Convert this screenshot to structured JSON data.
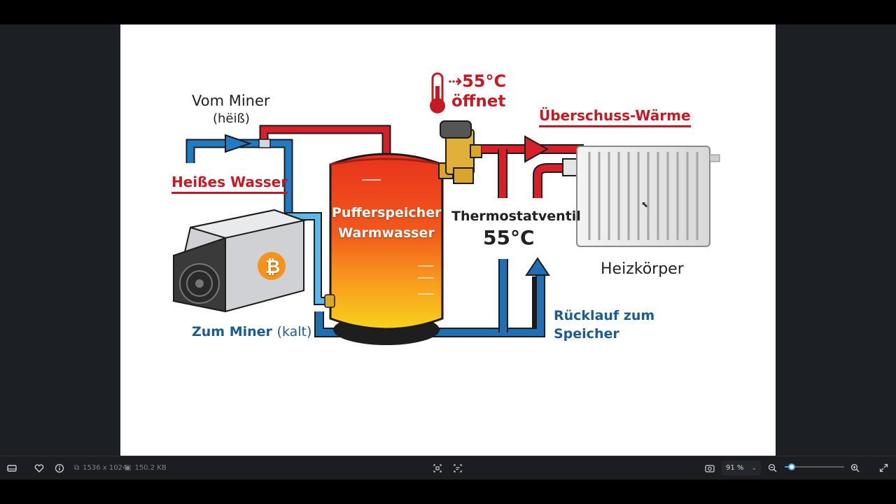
{
  "image": {
    "labels": {
      "vom_miner": "Vom Miner",
      "heiss_paren": "(hëiß)",
      "heisses_wasser": "Heißes Wasser",
      "zum_miner_bold": "Zum Miner",
      "zum_miner_kalt": "(kalt)",
      "puffer_line1": "Pufferspeicher",
      "puffer_line2": "Warmwasser",
      "thermostat": "Thermostatventil",
      "thermostat_temp": "55°C",
      "arrow_temp": "⇢55°C",
      "oeffnet": "öffnet",
      "ueberschuss": "Überschuss-Wärme",
      "heizkoerper": "Heizkörper",
      "ruecklauf_line1": "Rücklauf zum",
      "ruecklauf_line2": "Speicher",
      "bitcoin_symbol": "₿"
    },
    "colors": {
      "hot_pipe": "#d7202a",
      "cold_pipe": "#1f6fb2",
      "light_pipe": "#5db8ea",
      "tank_top": "#e8331c",
      "tank_bottom": "#f7d21c",
      "brass": "#d9a62b",
      "bitcoin_orange": "#f7931a"
    }
  },
  "toolbar": {
    "dimensions": "1536 x 1024",
    "filesize": "150.2 KB",
    "zoom_label": "91 %",
    "zoom_level": 0.12,
    "icons": [
      "filmstrip-icon",
      "heart-icon",
      "info-icon",
      "dimensions-icon",
      "filesize-icon",
      "crop-icon",
      "ocr-icon",
      "screenshot-icon",
      "chevron-down-icon",
      "zoom-out-icon",
      "zoom-in-icon",
      "expand-icon"
    ]
  }
}
